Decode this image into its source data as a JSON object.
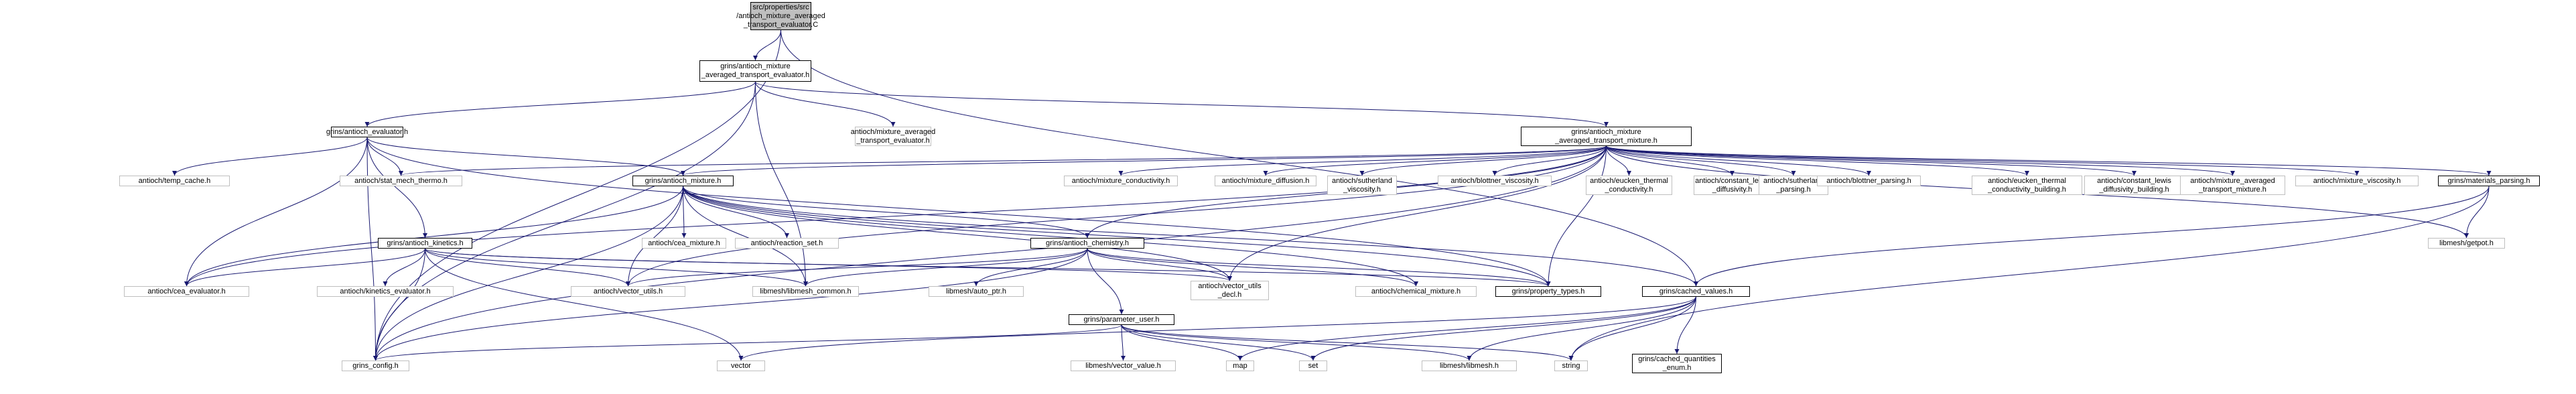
{
  "nodes": [
    {
      "id": "root",
      "lines": [
        "src/properties/src",
        "/antioch_mixture_averaged",
        "_transport_evaluator.C"
      ],
      "kind": "root"
    },
    {
      "id": "tev",
      "lines": [
        "grins/antioch_mixture",
        "_averaged_transport_evaluator.h"
      ],
      "kind": "doc"
    },
    {
      "id": "aeval",
      "lines": [
        "grins/antioch_evaluator.h"
      ],
      "kind": "doc"
    },
    {
      "id": "amate",
      "lines": [
        "antioch/mixture_averaged",
        "_transport_evaluator.h"
      ],
      "kind": "ext"
    },
    {
      "id": "tmix",
      "lines": [
        "grins/antioch_mixture",
        "_averaged_transport_mixture.h"
      ],
      "kind": "doc"
    },
    {
      "id": "tempc",
      "lines": [
        "antioch/temp_cache.h"
      ],
      "kind": "ext"
    },
    {
      "id": "statm",
      "lines": [
        "antioch/stat_mech_thermo.h"
      ],
      "kind": "ext"
    },
    {
      "id": "amix",
      "lines": [
        "grins/antioch_mixture.h"
      ],
      "kind": "doc"
    },
    {
      "id": "mcond",
      "lines": [
        "antioch/mixture_conductivity.h"
      ],
      "kind": "ext"
    },
    {
      "id": "mdiff",
      "lines": [
        "antioch/mixture_diffusion.h"
      ],
      "kind": "ext"
    },
    {
      "id": "suthv",
      "lines": [
        "antioch/sutherland",
        "_viscosity.h"
      ],
      "kind": "ext"
    },
    {
      "id": "blotv",
      "lines": [
        "antioch/blottner_viscosity.h"
      ],
      "kind": "ext"
    },
    {
      "id": "euctc",
      "lines": [
        "antioch/eucken_thermal",
        "_conductivity.h"
      ],
      "kind": "ext"
    },
    {
      "id": "clewd",
      "lines": [
        "antioch/constant_lewis",
        "_diffusivity.h"
      ],
      "kind": "ext"
    },
    {
      "id": "suthp",
      "lines": [
        "antioch/sutherland",
        "_parsing.h"
      ],
      "kind": "ext"
    },
    {
      "id": "blotp",
      "lines": [
        "antioch/blottner_parsing.h"
      ],
      "kind": "ext"
    },
    {
      "id": "euctb",
      "lines": [
        "antioch/eucken_thermal",
        "_conductivity_building.h"
      ],
      "kind": "ext"
    },
    {
      "id": "clewb",
      "lines": [
        "antioch/constant_lewis",
        "_diffusivity_building.h"
      ],
      "kind": "ext"
    },
    {
      "id": "amatm",
      "lines": [
        "antioch/mixture_averaged",
        "_transport_mixture.h"
      ],
      "kind": "ext"
    },
    {
      "id": "mvisc",
      "lines": [
        "antioch/mixture_viscosity.h"
      ],
      "kind": "ext"
    },
    {
      "id": "matp",
      "lines": [
        "grins/materials_parsing.h"
      ],
      "kind": "doc"
    },
    {
      "id": "akin",
      "lines": [
        "grins/antioch_kinetics.h"
      ],
      "kind": "doc"
    },
    {
      "id": "ceam",
      "lines": [
        "antioch/cea_mixture.h"
      ],
      "kind": "ext"
    },
    {
      "id": "rset",
      "lines": [
        "antioch/reaction_set.h"
      ],
      "kind": "ext"
    },
    {
      "id": "achem",
      "lines": [
        "grins/antioch_chemistry.h"
      ],
      "kind": "doc"
    },
    {
      "id": "getpot",
      "lines": [
        "libmesh/getpot.h"
      ],
      "kind": "ext"
    },
    {
      "id": "ceae",
      "lines": [
        "antioch/cea_evaluator.h"
      ],
      "kind": "ext"
    },
    {
      "id": "kine",
      "lines": [
        "antioch/kinetics_evaluator.h"
      ],
      "kind": "ext"
    },
    {
      "id": "vutil",
      "lines": [
        "antioch/vector_utils.h"
      ],
      "kind": "ext"
    },
    {
      "id": "lcomm",
      "lines": [
        "libmesh/libmesh_common.h"
      ],
      "kind": "ext"
    },
    {
      "id": "autop",
      "lines": [
        "libmesh/auto_ptr.h"
      ],
      "kind": "ext"
    },
    {
      "id": "vudecl",
      "lines": [
        "antioch/vector_utils",
        "_decl.h"
      ],
      "kind": "ext"
    },
    {
      "id": "chemm",
      "lines": [
        "antioch/chemical_mixture.h"
      ],
      "kind": "ext"
    },
    {
      "id": "ptypes",
      "lines": [
        "grins/property_types.h"
      ],
      "kind": "doc"
    },
    {
      "id": "cvals",
      "lines": [
        "grins/cached_values.h"
      ],
      "kind": "doc"
    },
    {
      "id": "puser",
      "lines": [
        "grins/parameter_user.h"
      ],
      "kind": "doc"
    },
    {
      "id": "gconf",
      "lines": [
        "grins_config.h"
      ],
      "kind": "ext"
    },
    {
      "id": "vector",
      "lines": [
        "vector"
      ],
      "kind": "ext"
    },
    {
      "id": "lvval",
      "lines": [
        "libmesh/vector_value.h"
      ],
      "kind": "ext"
    },
    {
      "id": "map",
      "lines": [
        "map"
      ],
      "kind": "ext"
    },
    {
      "id": "set",
      "lines": [
        "set"
      ],
      "kind": "ext"
    },
    {
      "id": "llib",
      "lines": [
        "libmesh/libmesh.h"
      ],
      "kind": "ext"
    },
    {
      "id": "string",
      "lines": [
        "string"
      ],
      "kind": "ext"
    },
    {
      "id": "cqenum",
      "lines": [
        "grins/cached_quantities",
        "_enum.h"
      ],
      "kind": "doc"
    }
  ],
  "edges": [
    [
      "root",
      "tev"
    ],
    [
      "root",
      "gconf"
    ],
    [
      "root",
      "cvals"
    ],
    [
      "tev",
      "aeval"
    ],
    [
      "tev",
      "amate"
    ],
    [
      "tev",
      "tmix"
    ],
    [
      "tev",
      "gconf"
    ],
    [
      "tev",
      "lcomm"
    ],
    [
      "aeval",
      "tempc"
    ],
    [
      "aeval",
      "statm"
    ],
    [
      "aeval",
      "amix"
    ],
    [
      "aeval",
      "akin"
    ],
    [
      "aeval",
      "ceae"
    ],
    [
      "aeval",
      "gconf"
    ],
    [
      "aeval",
      "ptypes"
    ],
    [
      "tmix",
      "statm"
    ],
    [
      "tmix",
      "amix"
    ],
    [
      "tmix",
      "mcond"
    ],
    [
      "tmix",
      "mdiff"
    ],
    [
      "tmix",
      "suthv"
    ],
    [
      "tmix",
      "blotv"
    ],
    [
      "tmix",
      "euctc"
    ],
    [
      "tmix",
      "clewd"
    ],
    [
      "tmix",
      "suthp"
    ],
    [
      "tmix",
      "blotp"
    ],
    [
      "tmix",
      "euctb"
    ],
    [
      "tmix",
      "clewb"
    ],
    [
      "tmix",
      "amatm"
    ],
    [
      "tmix",
      "mvisc"
    ],
    [
      "tmix",
      "matp"
    ],
    [
      "tmix",
      "ceae"
    ],
    [
      "tmix",
      "vutil"
    ],
    [
      "tmix",
      "gconf"
    ],
    [
      "tmix",
      "achem"
    ],
    [
      "tmix",
      "ptypes"
    ],
    [
      "tmix",
      "vudecl"
    ],
    [
      "tmix",
      "getpot"
    ],
    [
      "amix",
      "ceam"
    ],
    [
      "amix",
      "rset"
    ],
    [
      "amix",
      "achem"
    ],
    [
      "amix",
      "vutil"
    ],
    [
      "amix",
      "lcomm"
    ],
    [
      "amix",
      "gconf"
    ],
    [
      "amix",
      "ptypes"
    ],
    [
      "amix",
      "cvals"
    ],
    [
      "amix",
      "chemm"
    ],
    [
      "amix",
      "ceae"
    ],
    [
      "amix",
      "vudecl"
    ],
    [
      "akin",
      "ceae"
    ],
    [
      "akin",
      "kine"
    ],
    [
      "akin",
      "vutil"
    ],
    [
      "akin",
      "lcomm"
    ],
    [
      "akin",
      "gconf"
    ],
    [
      "akin",
      "vudecl"
    ],
    [
      "akin",
      "vector"
    ],
    [
      "akin",
      "ptypes"
    ],
    [
      "achem",
      "vutil"
    ],
    [
      "achem",
      "lcomm"
    ],
    [
      "achem",
      "autop"
    ],
    [
      "achem",
      "vudecl"
    ],
    [
      "achem",
      "chemm"
    ],
    [
      "achem",
      "puser"
    ],
    [
      "achem",
      "gconf"
    ],
    [
      "achem",
      "ptypes"
    ],
    [
      "matp",
      "getpot"
    ],
    [
      "matp",
      "cvals"
    ],
    [
      "matp",
      "string"
    ],
    [
      "cvals",
      "vector"
    ],
    [
      "cvals",
      "map"
    ],
    [
      "cvals",
      "set"
    ],
    [
      "cvals",
      "llib"
    ],
    [
      "cvals",
      "string"
    ],
    [
      "cvals",
      "cqenum"
    ],
    [
      "puser",
      "gconf"
    ],
    [
      "puser",
      "lvval"
    ],
    [
      "puser",
      "map"
    ],
    [
      "puser",
      "set"
    ],
    [
      "puser",
      "llib"
    ],
    [
      "puser",
      "string"
    ]
  ],
  "colors": {
    "edge": "#191970",
    "ext_border": "#bfbfbf",
    "doc_border": "#000000",
    "root_fill": "#bfbfbf"
  }
}
